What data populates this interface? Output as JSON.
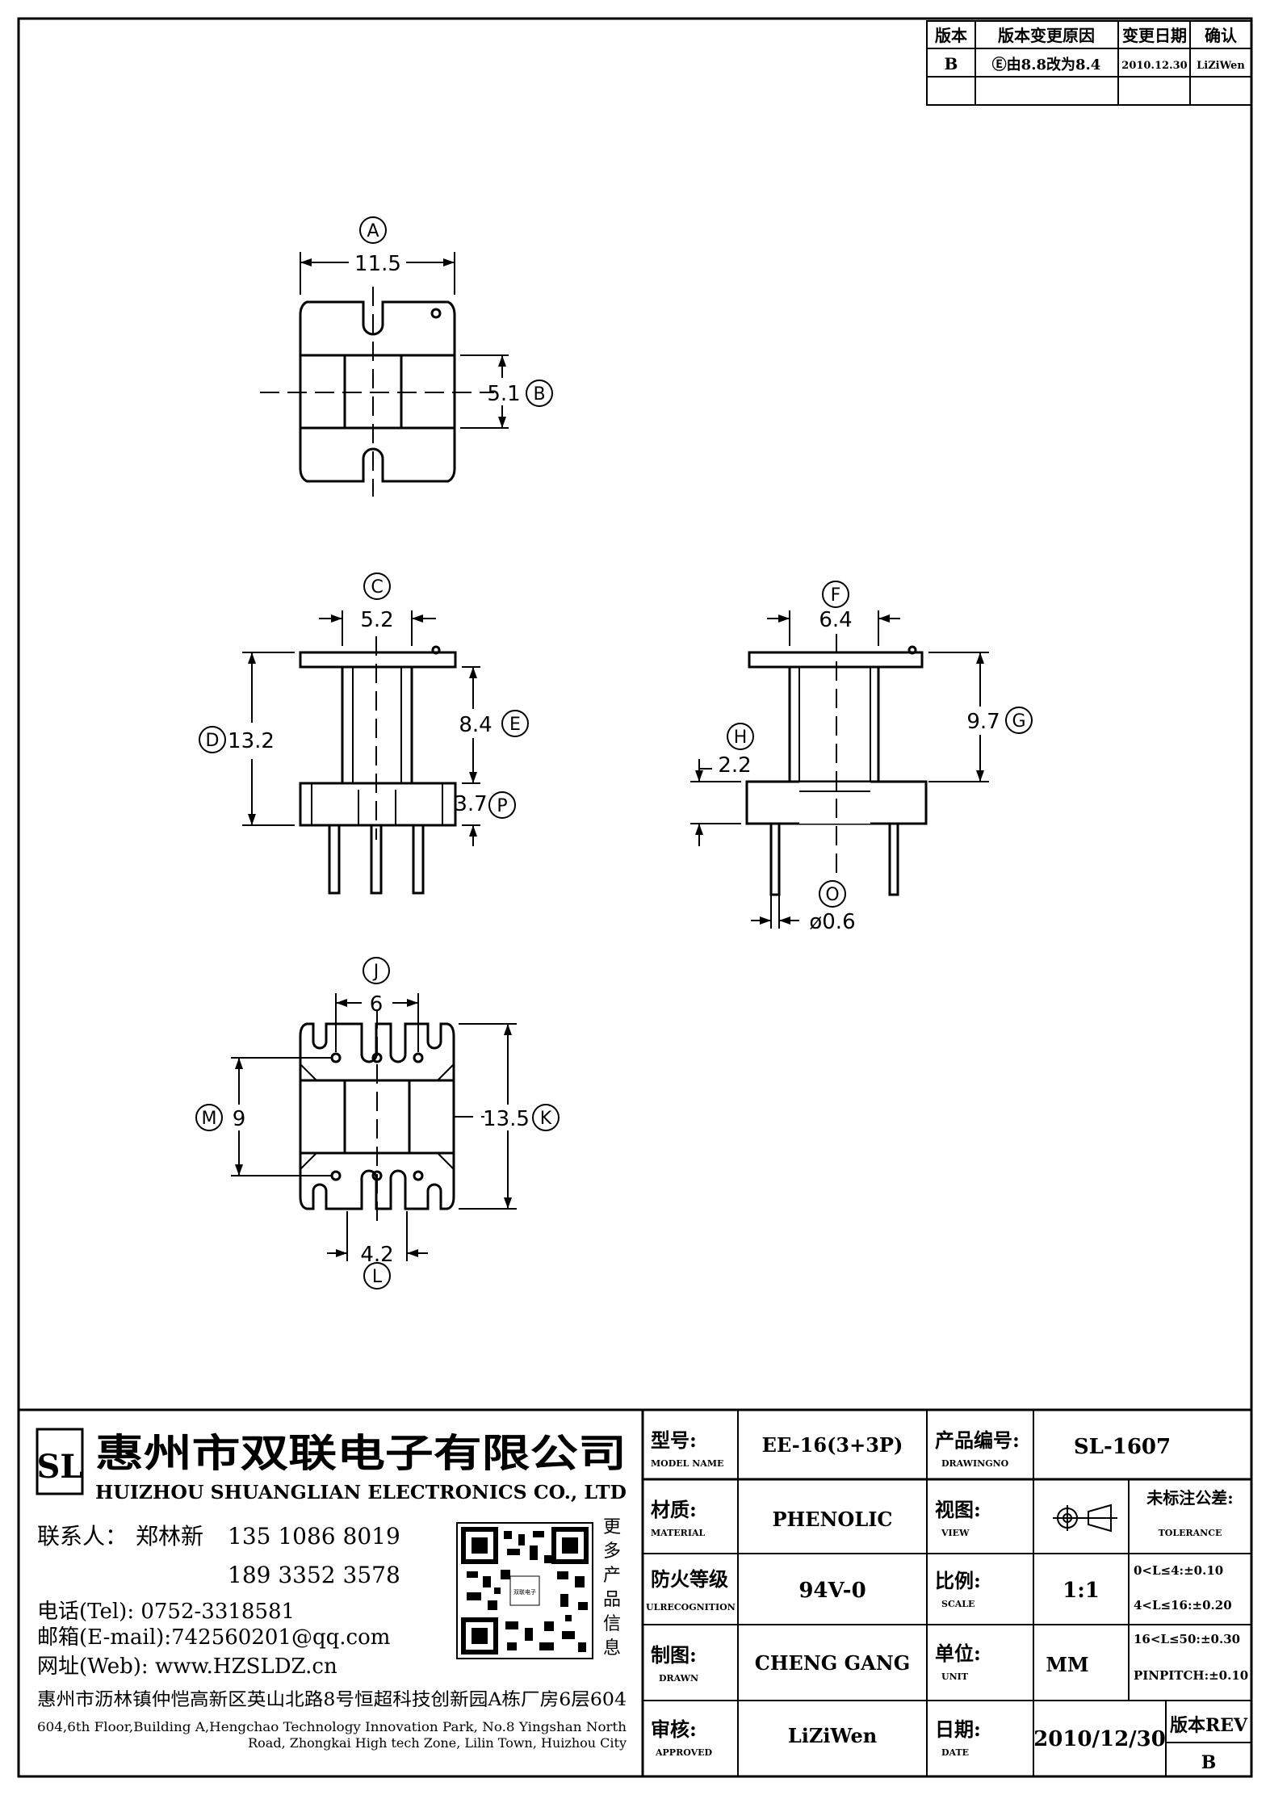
{
  "revision_table": {
    "headers": [
      "版本",
      "版本变更原因",
      "变更日期",
      "确认"
    ],
    "rows": [
      [
        "B",
        "Ⓔ由8.8改为8.4",
        "2010.12.30",
        "LiZiWen"
      ]
    ]
  },
  "dimensions": {
    "A": {
      "letter": "A",
      "value": "11.5"
    },
    "B": {
      "letter": "B",
      "value": "5.1"
    },
    "C": {
      "letter": "C",
      "value": "5.2"
    },
    "D": {
      "letter": "D",
      "value": "13.2"
    },
    "E": {
      "letter": "E",
      "value": "8.4"
    },
    "P": {
      "letter": "P",
      "value": "3.7"
    },
    "F": {
      "letter": "F",
      "value": "6.4"
    },
    "G": {
      "letter": "G",
      "value": "9.7"
    },
    "H": {
      "letter": "H",
      "value": "2.2"
    },
    "O": {
      "letter": "O",
      "value": "ø0.6"
    },
    "J": {
      "letter": "J",
      "value": "6"
    },
    "M": {
      "letter": "M",
      "value": "9"
    },
    "K": {
      "letter": "K",
      "value": "13.5"
    },
    "L": {
      "letter": "L",
      "value": "4.2"
    }
  },
  "company": {
    "logo_text": "SL",
    "name_cn": "惠州市双联电子有限公司",
    "name_en": "HUIZHOU SHUANGLIAN ELECTRONICS CO., LTD",
    "contact_label": "联系人：",
    "contact_name": "郑林新",
    "phone1": "135 1086 8019",
    "phone2": "189 3352 3578",
    "tel": "电话(Tel): 0752-3318581",
    "email": "邮箱(E-mail):742560201@qq.com",
    "web": "网址(Web): www.HZSLDZ.cn",
    "qr_caption": "更多产品信息",
    "qr_center": "双联电子",
    "address_cn": "惠州市沥林镇仲恺高新区英山北路8号恒超科技创新园A栋厂房6层604",
    "address_en_1": "604,6th Floor,Building A,Hengchao Technology Innovation Park, No.8 Yingshan North",
    "address_en_2": "Road, Zhongkai High tech Zone, Lilin Town, Huizhou City"
  },
  "title_block": {
    "model_label": "型号:",
    "model_label_en": "MODEL NAME",
    "model_value": "EE-16(3+3P)",
    "drawing_label": "产品编号:",
    "drawing_label_en": "DRAWINGNO",
    "drawing_value": "SL-1607",
    "material_label": "材质:",
    "material_label_en": "MATERIAL",
    "material_value": "PHENOLIC",
    "view_label": "视图:",
    "view_label_en": "VIEW",
    "tolerance_label": "未标注公差:",
    "tolerance_label_en": "TOLERANCE",
    "tolerances": [
      "0<L≤4:±0.10",
      "4<L≤16:±0.20",
      "16<L≤50:±0.30",
      "PINPITCH:±0.10"
    ],
    "fire_label": "防火等级",
    "fire_label_en": "ULRECOGNITION",
    "fire_value": "94V-0",
    "scale_label": "比例:",
    "scale_label_en": "SCALE",
    "scale_value": "1:1",
    "drawn_label": "制图:",
    "drawn_label_en": "DRAWN",
    "drawn_value": "CHENG GANG",
    "unit_label": "单位:",
    "unit_label_en": "UNIT",
    "unit_value": "MM",
    "approved_label": "审核:",
    "approved_label_en": "APPROVED",
    "approved_value": "LiZiWen",
    "date_label": "日期:",
    "date_label_en": "DATE",
    "date_value": "2010/12/30",
    "rev_label": "版本REV",
    "rev_value": "B"
  }
}
